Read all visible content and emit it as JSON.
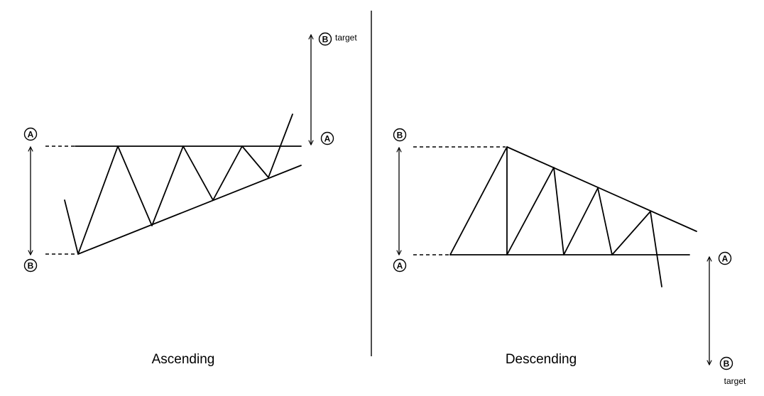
{
  "ascending": {
    "caption": "Ascending",
    "height_top_label": "A",
    "height_bottom_label": "B",
    "target_start_label": "A",
    "target_end_label": "B",
    "target_text": "target"
  },
  "descending": {
    "caption": "Descending",
    "height_top_label": "B",
    "height_bottom_label": "A",
    "target_start_label": "A",
    "target_end_label": "B",
    "target_text": "target"
  }
}
